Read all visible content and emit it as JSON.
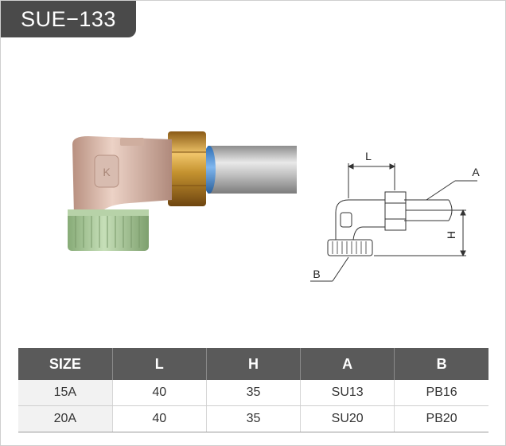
{
  "product": {
    "model": "SUE−133"
  },
  "drawing": {
    "labels": {
      "L": "L",
      "H": "H",
      "A": "A",
      "B": "B"
    }
  },
  "spec_table": {
    "headers": [
      "SIZE",
      "L",
      "H",
      "A",
      "B"
    ],
    "rows": [
      [
        "15A",
        "40",
        "35",
        "SU13",
        "PB16"
      ],
      [
        "20A",
        "40",
        "35",
        "SU20",
        "PB20"
      ]
    ]
  },
  "colors": {
    "badge": "#4a4a4a",
    "table_header": "#5a5a5a",
    "fitting_body": "#d9b9ad",
    "nut_green": "#a9c79a",
    "brass": "#d2a24a",
    "pipe_blue": "#4a8fd6"
  }
}
